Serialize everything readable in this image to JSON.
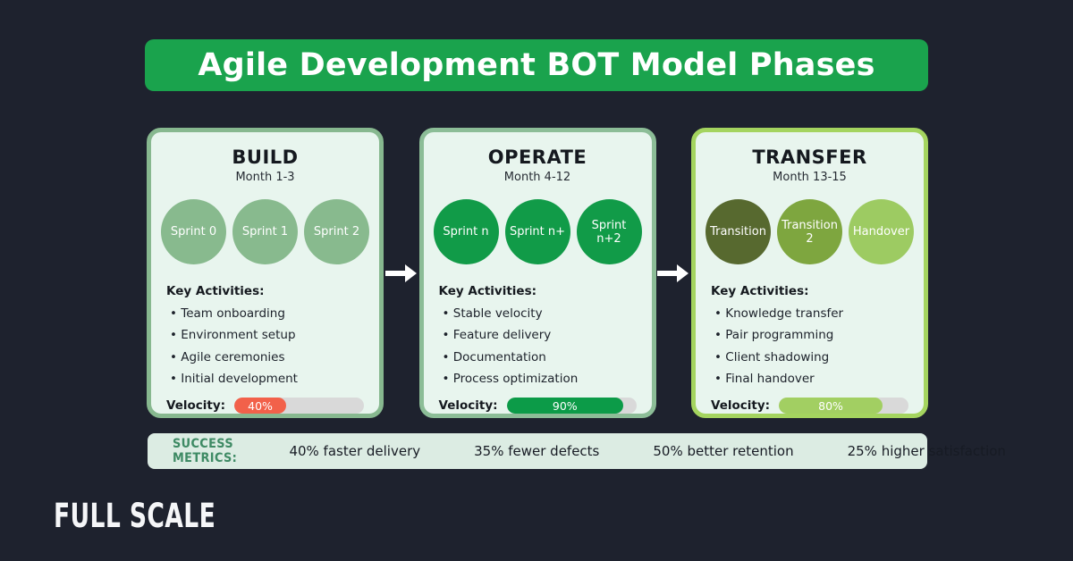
{
  "banner": {
    "title": "Agile Development BOT Model Phases",
    "background": "#1aa34d"
  },
  "phases": [
    {
      "name": "BUILD",
      "months": "Month 1-3",
      "border_color": "#87b88f",
      "sprints": [
        {
          "label": "Sprint 0",
          "color": "#88ba8e"
        },
        {
          "label": "Sprint 1",
          "color": "#88ba8e"
        },
        {
          "label": "Sprint 2",
          "color": "#88ba8e"
        }
      ],
      "key_activities_label": "Key Activities:",
      "activities": [
        "Team onboarding",
        "Environment setup",
        "Agile ceremonies",
        "Initial development"
      ],
      "velocity_label": "Velocity:",
      "velocity_pct_label": "40%",
      "velocity_value": 40,
      "velocity_color": "#f2614a"
    },
    {
      "name": "OPERATE",
      "months": "Month 4-12",
      "border_color": "#8cbd97",
      "sprints": [
        {
          "label": "Sprint n",
          "color": "#119b48"
        },
        {
          "label": "Sprint n+",
          "color": "#119b48"
        },
        {
          "label": "Sprint n+2",
          "color": "#119b48"
        }
      ],
      "key_activities_label": "Key Activities:",
      "activities": [
        "Stable velocity",
        "Feature delivery",
        "Documentation",
        "Process optimization"
      ],
      "velocity_label": "Velocity:",
      "velocity_pct_label": "90%",
      "velocity_value": 90,
      "velocity_color": "#0c9b48"
    },
    {
      "name": "TRANSFER",
      "months": "Month 13-15",
      "border_color": "#a4d45f",
      "sprints": [
        {
          "label": "Transition",
          "color": "#57692f"
        },
        {
          "label": "Transition 2",
          "color": "#7ea63f"
        },
        {
          "label": "Handover",
          "color": "#9dcb62"
        }
      ],
      "key_activities_label": "Key Activities:",
      "activities": [
        "Knowledge transfer",
        "Pair programming",
        "Client shadowing",
        "Final handover"
      ],
      "velocity_label": "Velocity:",
      "velocity_pct_label": "80%",
      "velocity_value": 80,
      "velocity_color": "#a2cf62"
    }
  ],
  "metrics": {
    "label": "SUCCESS METRICS:",
    "items": [
      "40% faster delivery",
      "35% fewer defects",
      "50% better retention",
      "25% higher satisfaction"
    ]
  },
  "footer": {
    "logo_text": "FULL SCALE"
  }
}
